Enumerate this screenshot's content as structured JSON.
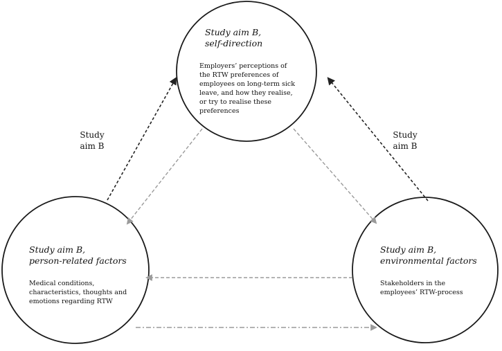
{
  "nodes": {
    "top": {
      "title": [
        "Study aim B,",
        "self-direction"
      ],
      "body": [
        "Employers’ perceptions of",
        "the RTW preferences of",
        "employees on long-term sick",
        "leave, and how they realise,",
        "or try to realise these",
        "preferences"
      ]
    },
    "left": {
      "title": [
        "Study aim B,",
        "person-related factors"
      ],
      "body": [
        "Medical conditions,",
        "characteristics, thoughts and",
        "emotions regarding RTW"
      ]
    },
    "right": {
      "title": [
        "Study aim B,",
        "environmental factors"
      ],
      "body": [
        "Stakeholders in the",
        "employees’ RTW-process"
      ]
    }
  },
  "edge_labels": {
    "left": [
      "Study",
      "aim B"
    ],
    "right": [
      "Study",
      "aim B"
    ]
  },
  "colors": {
    "circle_stroke": "#1a1a1a",
    "dark_arrow": "#222222",
    "grey_arrow": "#9a9a9a"
  }
}
